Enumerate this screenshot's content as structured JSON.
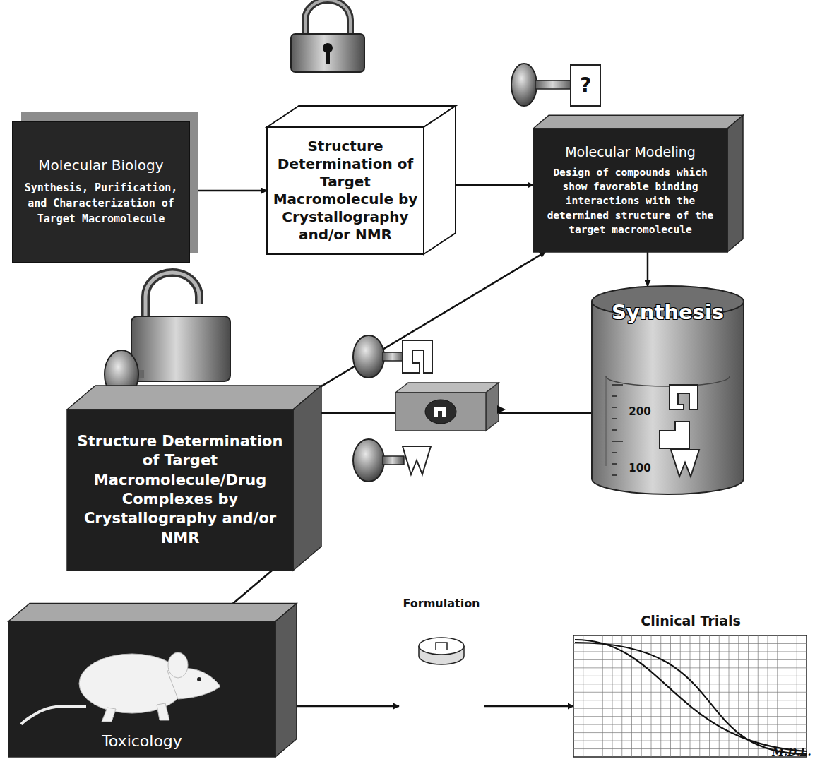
{
  "diagram": {
    "nodes": [
      {
        "text": [
          "Molecular Biology",
          "Synthesis, Purification, and Characterization of Target Macromolecule"
        ]
      },
      {
        "text": [
          "Structure Determination of Target Macromolecule by Crystallography and/or NMR"
        ]
      },
      {
        "text": [
          "Molecular Modeling",
          "Design of compounds which show favorable binding interactions with the determined structure of the target macromolecule"
        ]
      },
      {
        "text": [
          "Synthesis"
        ]
      },
      {
        "text": [
          "Structure Determination of Target Macromolecule/Drug Complexes by Crystallography and/or NMR"
        ]
      },
      {
        "text": [
          "Toxicology"
        ]
      },
      {
        "text": [
          "Formulation"
        ]
      },
      {
        "text": [
          "Clinical Trials"
        ]
      }
    ],
    "edges": [
      {
        "from": 0,
        "to": 1,
        "arrow": "to"
      },
      {
        "from": 1,
        "to": 2,
        "arrow": "to"
      },
      {
        "from": 4,
        "to": 2,
        "arrow": "to"
      },
      {
        "from": 2,
        "to": 3,
        "arrow": "to"
      },
      {
        "from": 3,
        "to": 4,
        "arrow": "to"
      },
      {
        "from": 4,
        "to": 5,
        "arrow": "to"
      },
      {
        "from": 5,
        "to": 6,
        "arrow": "to"
      },
      {
        "from": 6,
        "to": 7,
        "arrow": "to"
      }
    ],
    "labels": [
      "?",
      "200",
      "100",
      "M.D.L."
    ]
  }
}
